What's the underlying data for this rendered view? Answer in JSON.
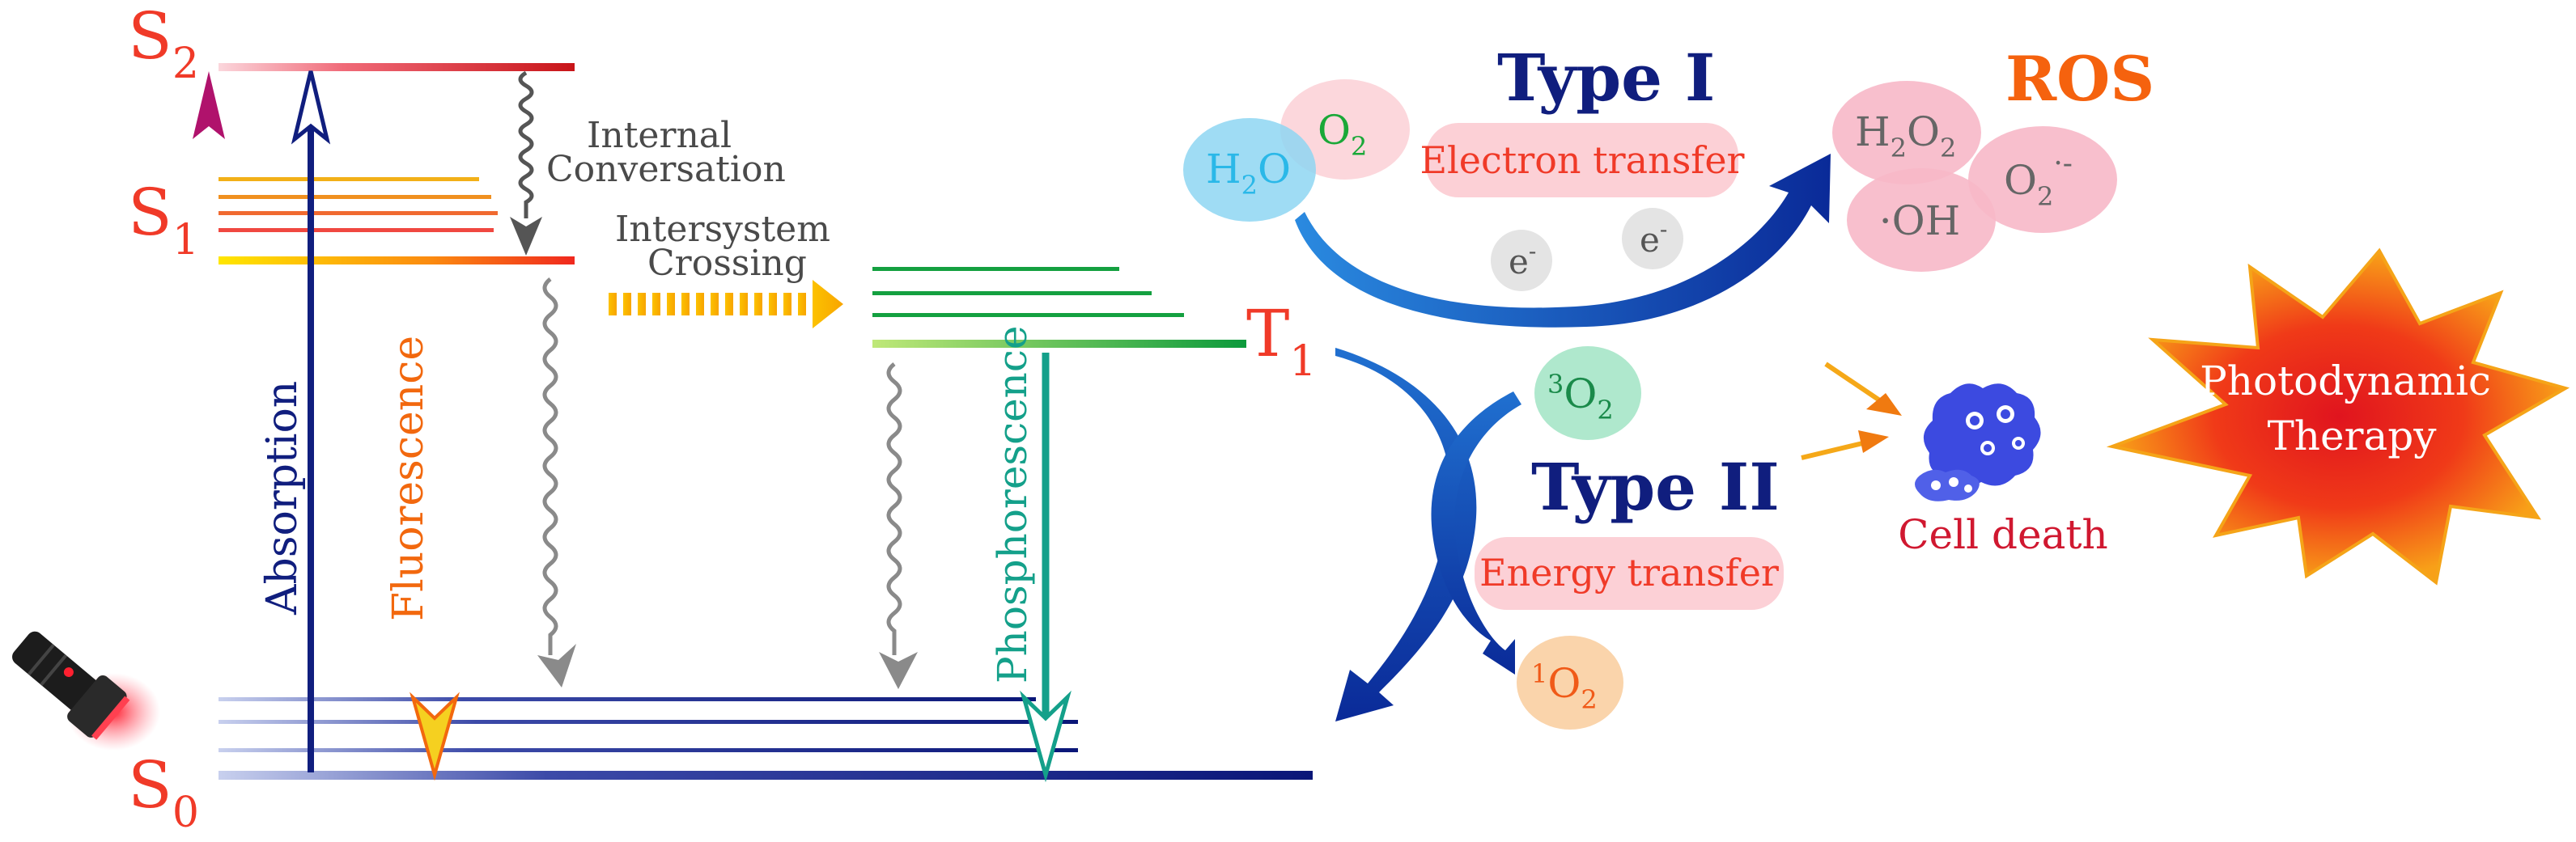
{
  "states": {
    "s0": {
      "letter": "S",
      "sub": "0"
    },
    "s1": {
      "letter": "S",
      "sub": "1"
    },
    "s2": {
      "letter": "S",
      "sub": "2"
    },
    "t1": {
      "letter": "T",
      "sub": "1"
    }
  },
  "processes": {
    "internal_conversion": [
      "Internal",
      "Conversation"
    ],
    "intersystem_crossing": [
      "Intersystem",
      "Crossing"
    ],
    "absorption": "Absorption",
    "fluorescence": "Fluorescence",
    "phosphorescence": "Phosphorescence"
  },
  "type1": {
    "title": "Type I",
    "subtitle": "Electron transfer",
    "h2o": {
      "a": "H",
      "sub": "2",
      "b": "O"
    },
    "o2": {
      "a": "O",
      "sub": "2"
    },
    "electron": {
      "a": "e",
      "sup": "-"
    }
  },
  "type2": {
    "title": "Type II",
    "subtitle": "Energy transfer",
    "triplet_o2": {
      "sup": "3",
      "a": "O",
      "sub": "2"
    },
    "singlet_o2": {
      "sup": "1",
      "a": "O",
      "sub": "2"
    }
  },
  "ros": {
    "title": "ROS",
    "h2o2": {
      "a": "H",
      "sub1": "2",
      "b": "O",
      "sub2": "2"
    },
    "superoxide": {
      "a": "O",
      "sub": "2",
      "sup": "·-"
    },
    "hydroxyl": "·OH"
  },
  "cell_death": "Cell death",
  "therapy": [
    "Photodynamic",
    "Therapy"
  ],
  "colors": {
    "navy": "#101e7e",
    "red": "#f03a28",
    "magenta": "#c0186a",
    "green": "#1aa838",
    "orange": "#f07a10",
    "gold": "#f5b818",
    "teal": "#14a08a",
    "arrow_blue": "#1450b0",
    "pink_box": "#fcd0d6",
    "cyan": "#2ab8e8",
    "star_red": "#e01a18",
    "cell_death_red": "#d01830"
  }
}
